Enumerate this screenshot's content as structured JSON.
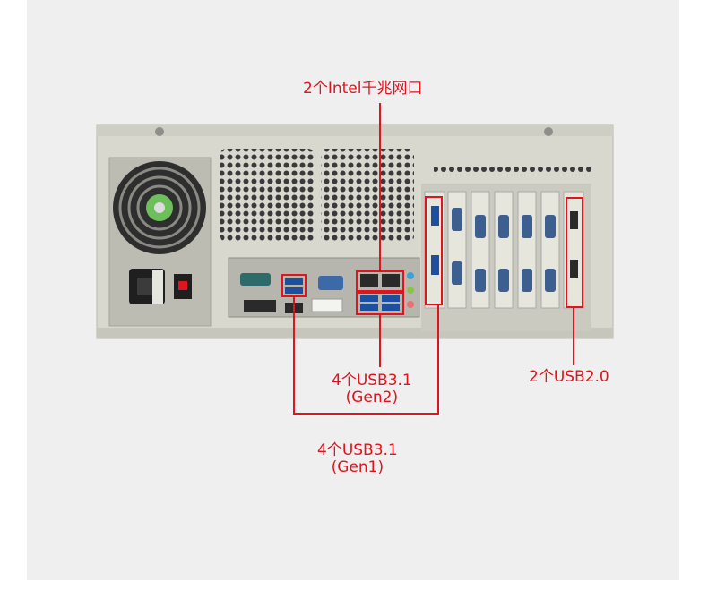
{
  "annotations": {
    "lan": "2个Intel千兆网口",
    "usb31_gen2_line1": "4个USB3.1",
    "usb31_gen2_line2": "(Gen2)",
    "usb20": "2个USB2.0",
    "usb31_gen1_line1": "4个USB3.1",
    "usb31_gen1_line2": "(Gen1)"
  },
  "colors": {
    "background": "#efefef",
    "chassis": "#d9d8cf",
    "highlight": "#e0141e"
  }
}
